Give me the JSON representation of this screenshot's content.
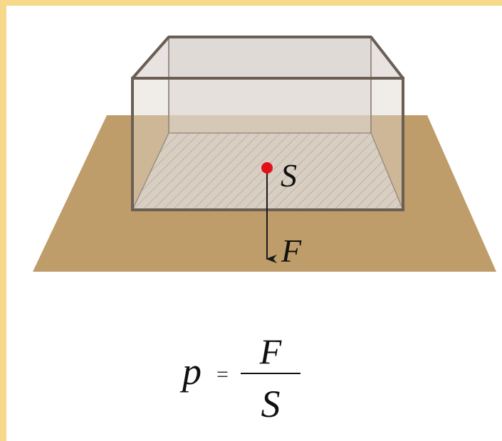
{
  "labels": {
    "area_label": "S",
    "force_label": "F"
  },
  "formula": {
    "lhs": "p",
    "equals": "=",
    "numerator": "F",
    "denominator": "S"
  },
  "colors": {
    "background_border": "#f6d98a",
    "canvas": "#ffffff",
    "ground": "#bf9d6a",
    "box_fill": "#d8d1cb",
    "box_edge": "#6a5e55",
    "hatch": "#8b7c6f",
    "point": "#e3101a",
    "arrow": "#1a1a1a"
  }
}
